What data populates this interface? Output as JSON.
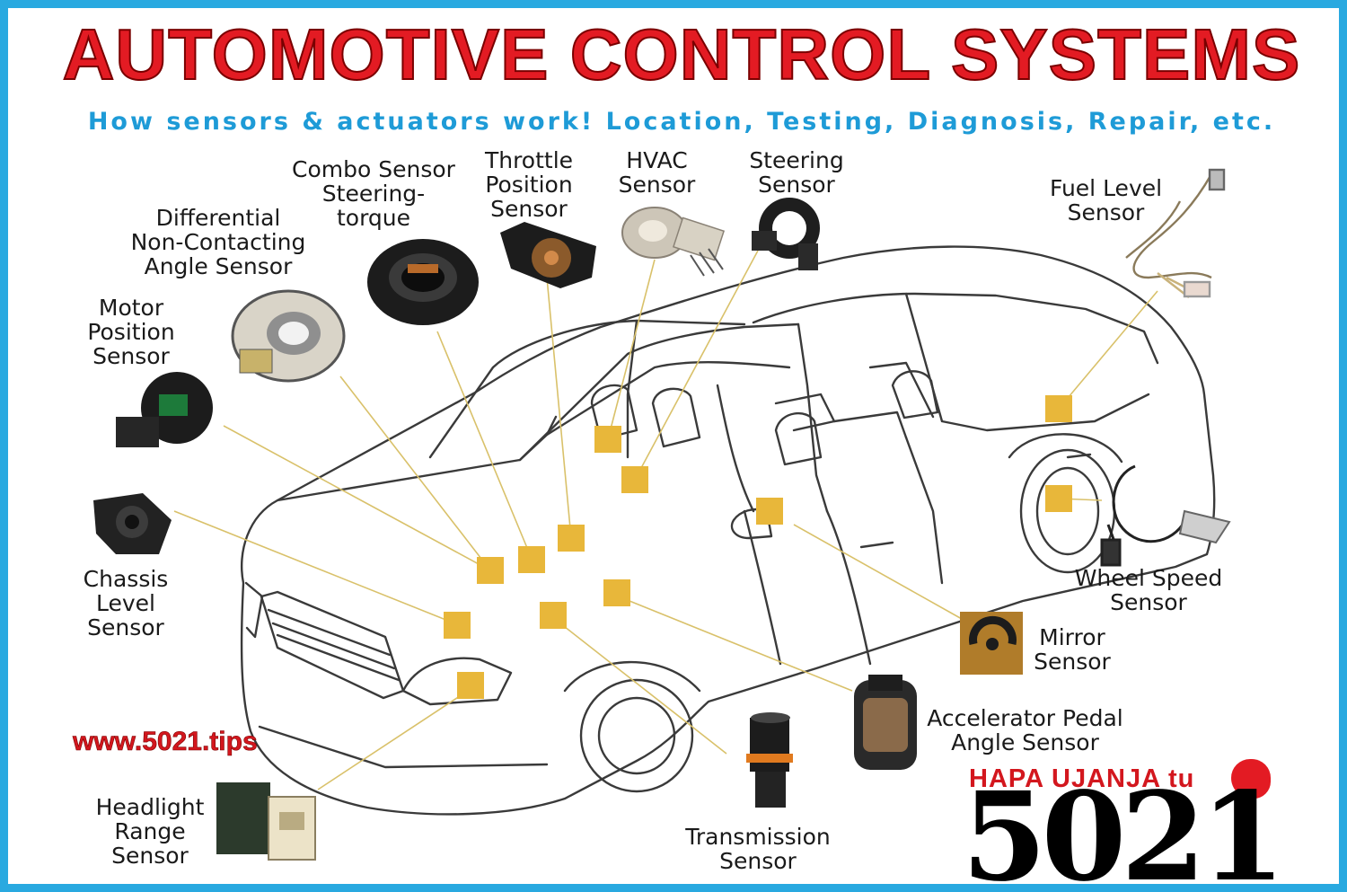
{
  "title": "AUTOMOTIVE CONTROL SYSTEMS",
  "subtitle": "How sensors & actuators work! Location, Testing, Diagnosis, Repair, etc.",
  "website": "www.5021.tips",
  "logo": {
    "tagline": "HAPA UJANJA tu",
    "number": "5021"
  },
  "colors": {
    "frame": "#29a9e0",
    "title": "#e31b23",
    "subtitle": "#1e9bd7",
    "marker": "#e8b73a",
    "leader": "#d9c16a"
  },
  "sensors": [
    {
      "id": "combo",
      "label": "Combo Sensor\nSteering-\ntorque"
    },
    {
      "id": "throttle",
      "label": "Throttle\nPosition\nSensor"
    },
    {
      "id": "hvac",
      "label": "HVAC\nSensor"
    },
    {
      "id": "steering",
      "label": "Steering\nSensor"
    },
    {
      "id": "fuel",
      "label": "Fuel Level\nSensor"
    },
    {
      "id": "differential",
      "label": "Differential\nNon-Contacting\nAngle Sensor"
    },
    {
      "id": "motor",
      "label": "Motor\nPosition\nSensor"
    },
    {
      "id": "chassis",
      "label": "Chassis\nLevel\nSensor"
    },
    {
      "id": "wheel",
      "label": "Wheel Speed\nSensor"
    },
    {
      "id": "mirror",
      "label": "Mirror\nSensor"
    },
    {
      "id": "accelerator",
      "label": "Accelerator Pedal\nAngle Sensor"
    },
    {
      "id": "transmission",
      "label": "Transmission\nSensor"
    },
    {
      "id": "headlight",
      "label": "Headlight\nRange\nSensor"
    }
  ]
}
